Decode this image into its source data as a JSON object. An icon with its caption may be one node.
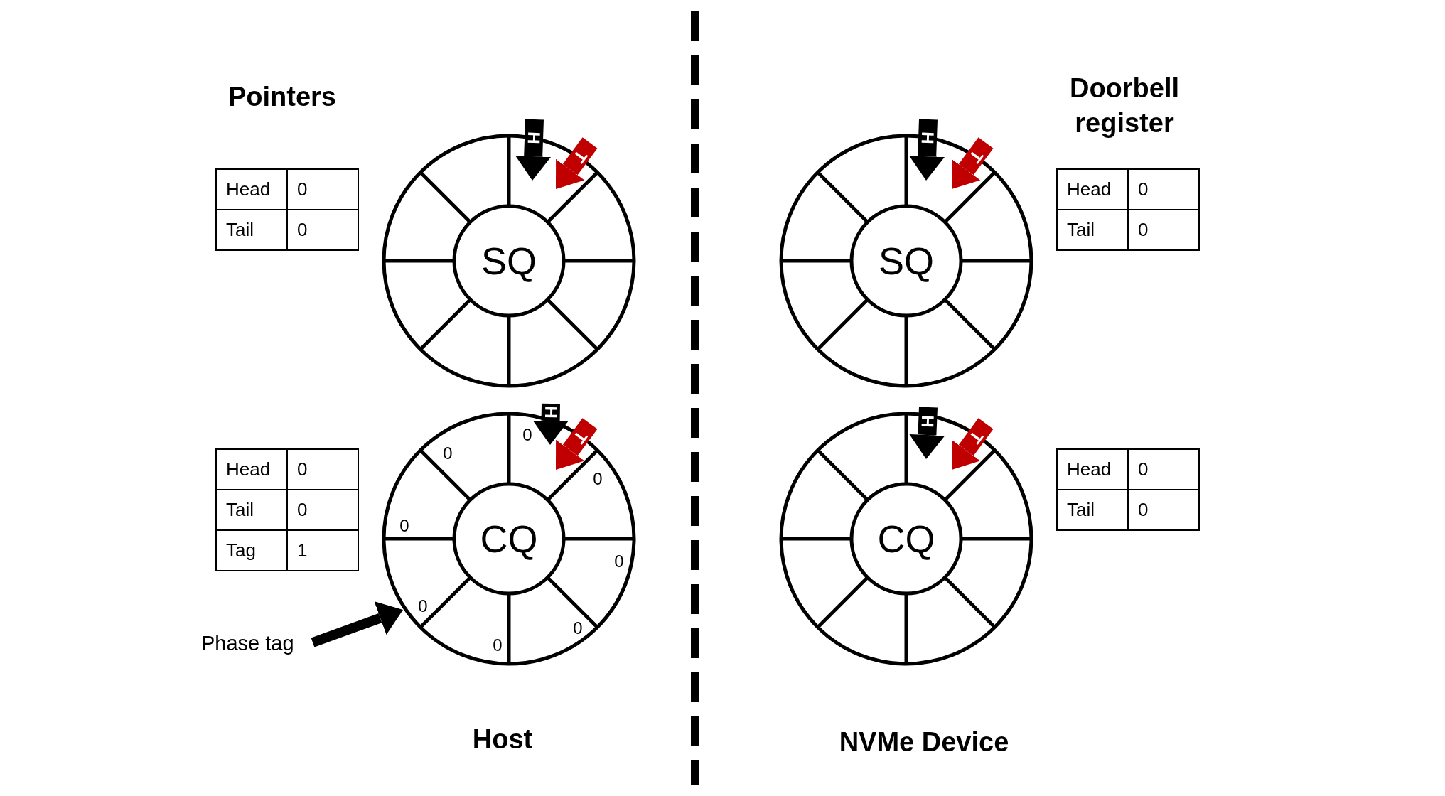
{
  "diagram": {
    "nodes": [
      {
        "text": [
          "SQ"
        ]
      },
      {
        "text": [
          "SQ"
        ]
      },
      {
        "text": [
          "CQ"
        ]
      },
      {
        "text": [
          "CQ"
        ]
      },
      {
        "text": [
          "Phase tag"
        ]
      }
    ],
    "edges": [
      {
        "from": null,
        "to": 0,
        "arrow": "to",
        "label": "H"
      },
      {
        "from": null,
        "to": 0,
        "arrow": "to",
        "label": "T",
        "color": "#c00000"
      },
      {
        "from": null,
        "to": 1,
        "arrow": "to",
        "label": "H"
      },
      {
        "from": null,
        "to": 1,
        "arrow": "to",
        "label": "T",
        "color": "#c00000"
      },
      {
        "from": null,
        "to": 2,
        "arrow": "to",
        "label": "H"
      },
      {
        "from": null,
        "to": 2,
        "arrow": "to",
        "label": "T",
        "color": "#c00000"
      },
      {
        "from": null,
        "to": 3,
        "arrow": "to",
        "label": "H"
      },
      {
        "from": null,
        "to": 3,
        "arrow": "to",
        "label": "T",
        "color": "#c00000"
      },
      {
        "from": 4,
        "to": 2,
        "arrow": "to"
      }
    ],
    "labels": [
      "Pointers",
      "Doorbell register",
      "Head",
      "0",
      "Tail",
      "0",
      "Head",
      "0",
      "Tail",
      "0",
      "0",
      "0",
      "0",
      "0",
      "0",
      "0",
      "0",
      "0",
      "Head",
      "0",
      "Tail",
      "0",
      "Tag",
      "1",
      "Head",
      "0",
      "Tail",
      "0",
      "Host",
      "NVMe Device"
    ]
  }
}
